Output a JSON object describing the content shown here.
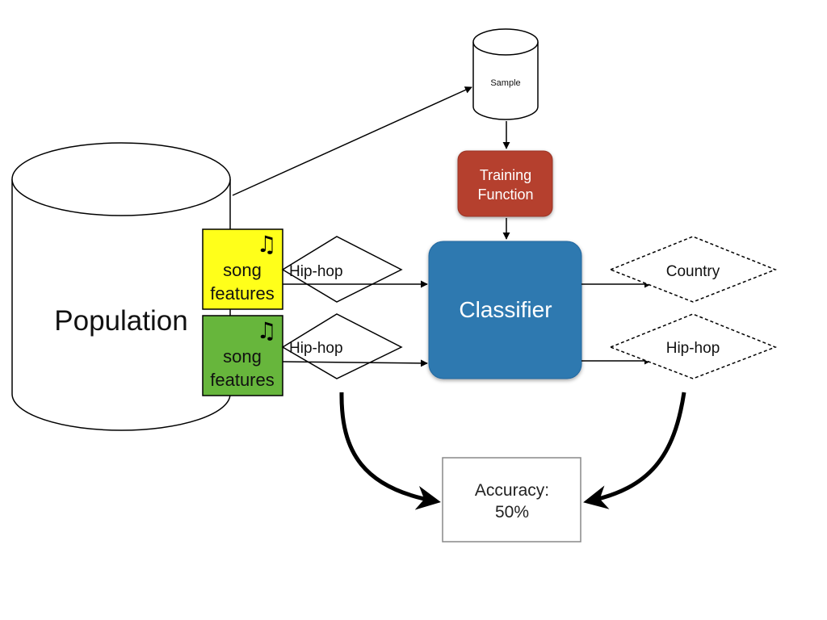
{
  "population": {
    "label": "Population"
  },
  "sample": {
    "label": "Sample"
  },
  "training": {
    "line1": "Training",
    "line2": "Function",
    "color": "#b5402f"
  },
  "classifier": {
    "label": "Classifier",
    "color": "#2d79b0"
  },
  "features": [
    {
      "line1": "song",
      "line2": "features",
      "color": "#ffff1a",
      "icon": "music-note-icon",
      "icon_glyph": "♫"
    },
    {
      "line1": "song",
      "line2": "features",
      "color": "#67b63c",
      "icon": "music-note-icon",
      "icon_glyph": "♫"
    }
  ],
  "true_labels": [
    {
      "label": "Hip-hop"
    },
    {
      "label": "Hip-hop"
    }
  ],
  "predictions": [
    {
      "label": "Country"
    },
    {
      "label": "Hip-hop"
    }
  ],
  "accuracy": {
    "line1": "Accuracy:",
    "line2": "50%"
  }
}
